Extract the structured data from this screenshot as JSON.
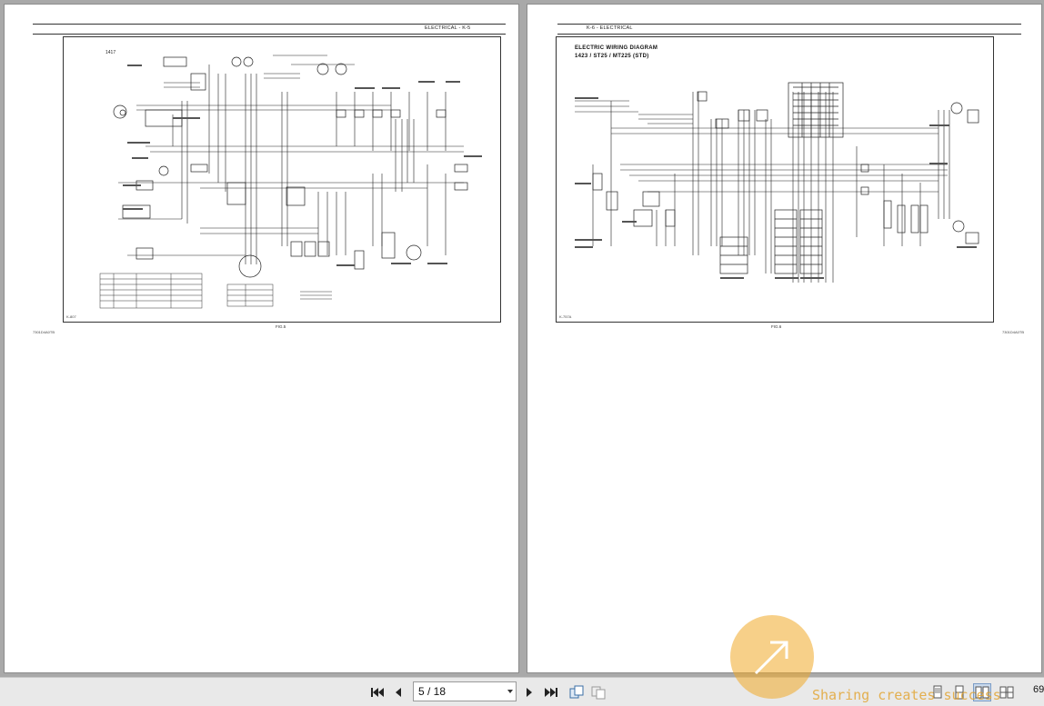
{
  "left_page": {
    "header": "ELECTRICAL - K-5",
    "diagram_number": "1417",
    "figure_caption": "FIG.5",
    "corner_code": "7301D4A0TB",
    "frame_code": "K-807"
  },
  "right_page": {
    "header": "K-6 - ELECTRICAL",
    "diagram_title": "ELECTRIC WIRING DIAGRAM",
    "diagram_subtitle": "1423 / ST25 / MT225 (STD)",
    "figure_caption": "FIG.6",
    "corner_code": "7301D4A0TB",
    "frame_code": "K-757A"
  },
  "toolbar": {
    "first_icon": "first-page-icon",
    "prev_icon": "previous-page-icon",
    "page_indicator": "5 / 18",
    "next_icon": "next-page-icon",
    "last_icon": "last-page-icon",
    "zoom": "69"
  },
  "watermark": {
    "logo": "DHT",
    "tagline": "Sharing creates success"
  },
  "colors": {
    "background": "#a9a9a9",
    "page": "#ffffff",
    "toolbar": "#e9e9e9",
    "watermark": "#f0aa28"
  }
}
